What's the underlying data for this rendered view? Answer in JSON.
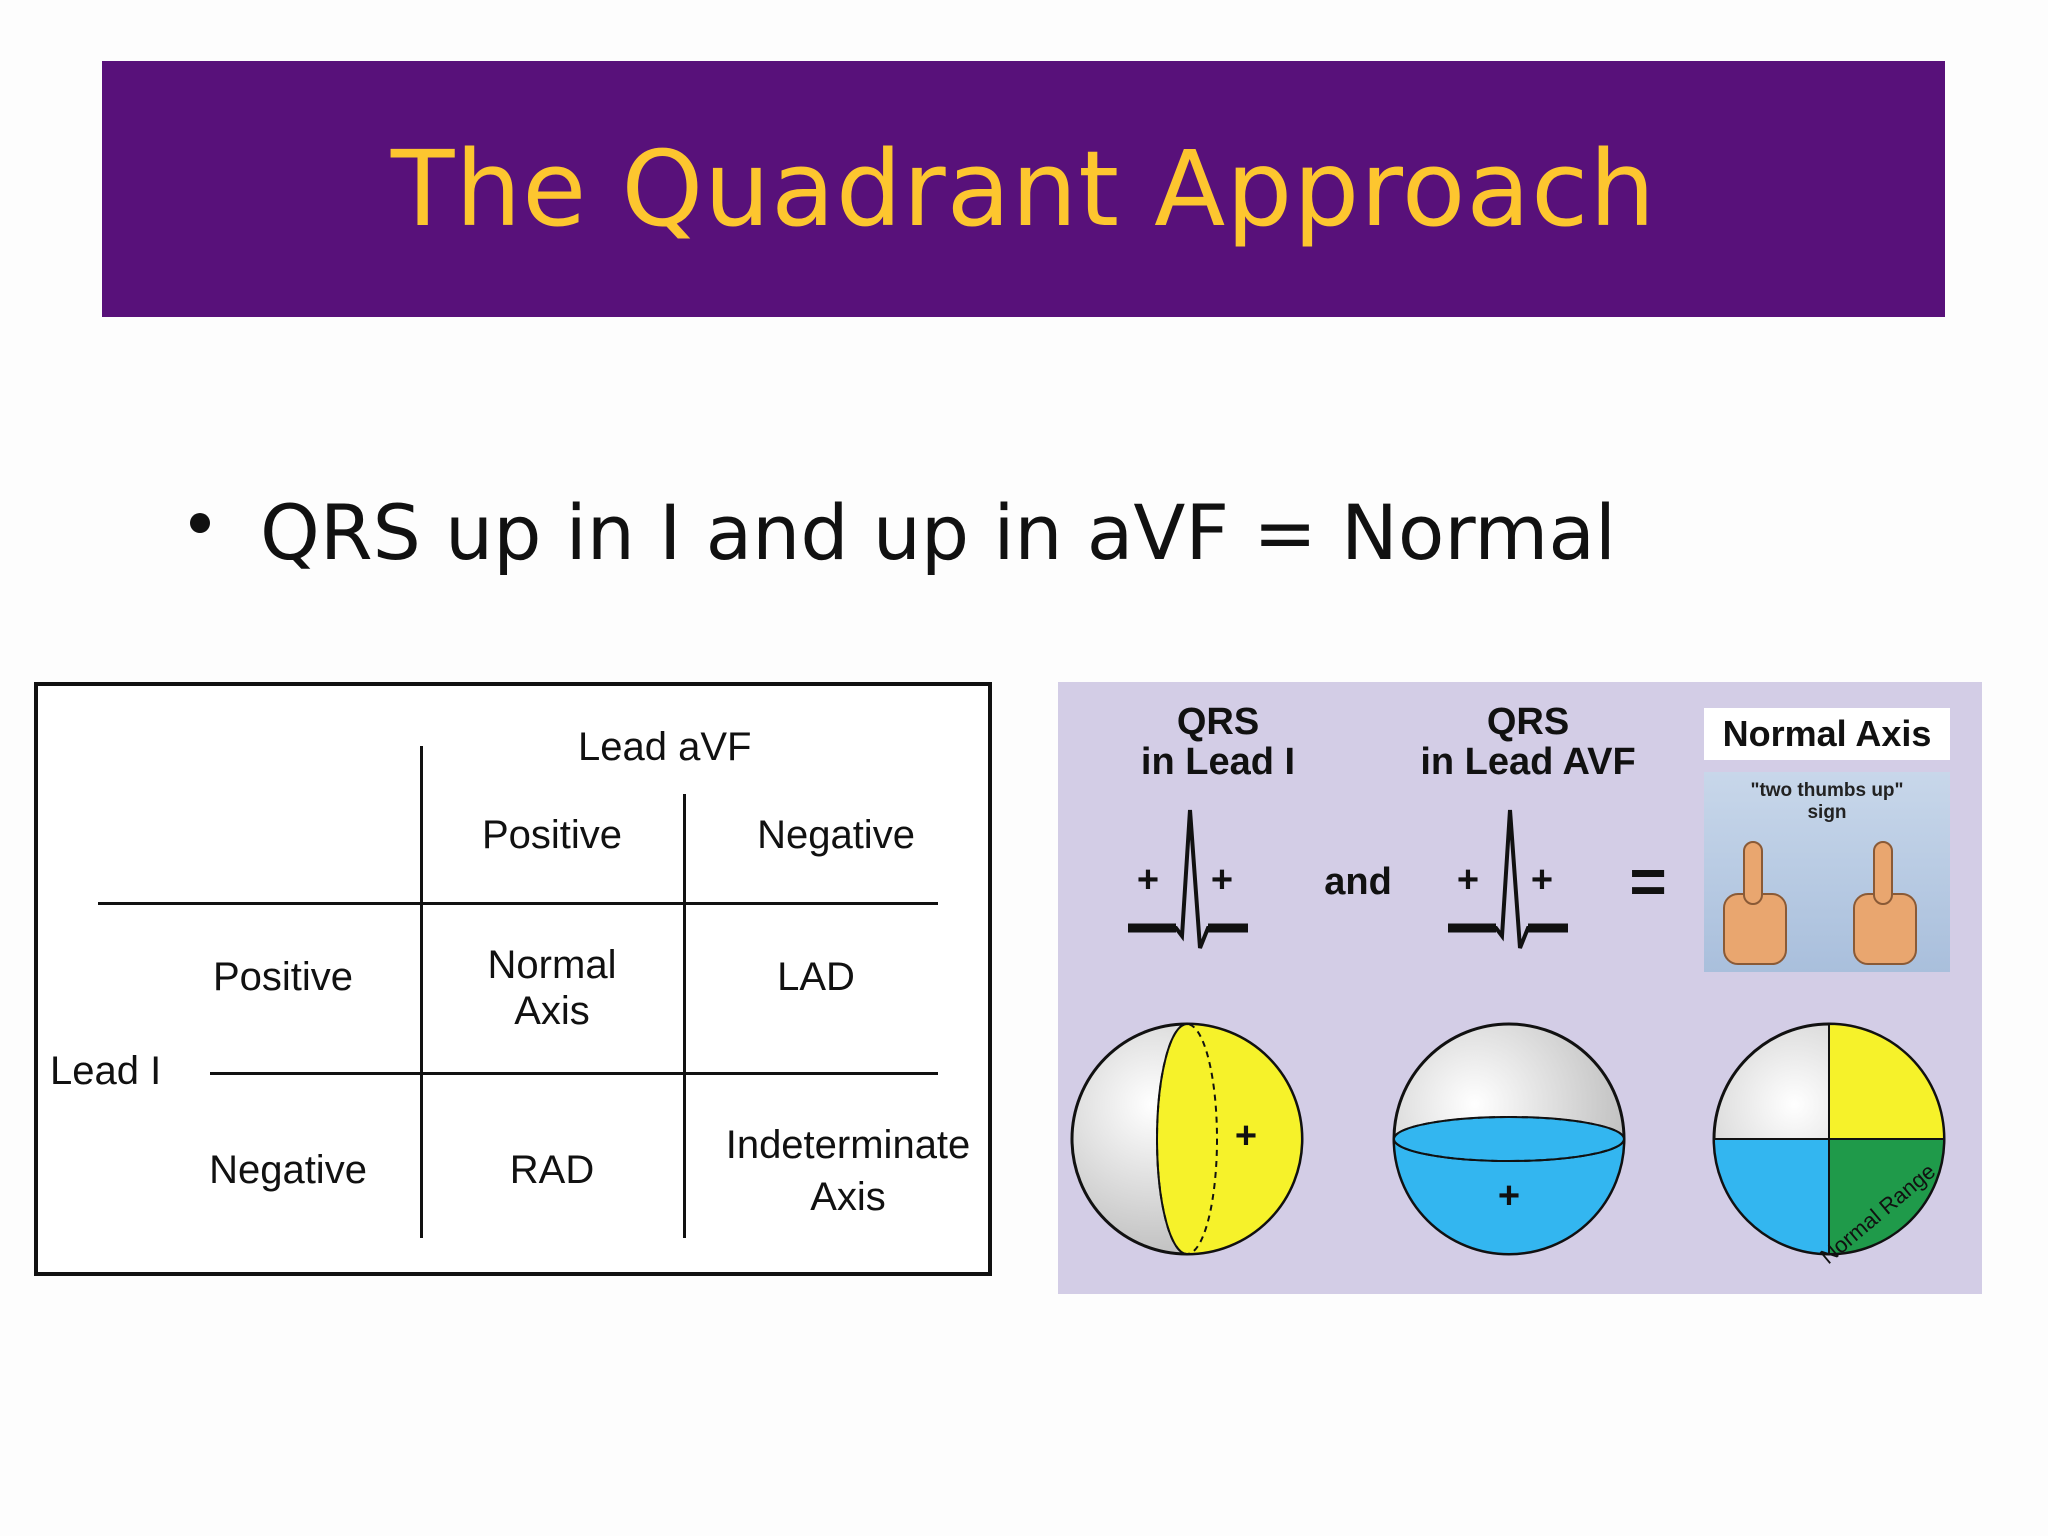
{
  "slide": {
    "title": "The Quadrant Approach",
    "bullet": "QRS up in I and up in aVF = Normal"
  },
  "table": {
    "col_group_label": "Lead aVF",
    "col_headers": [
      "Positive",
      "Negative"
    ],
    "row_group_label": "Lead I",
    "row_headers": [
      "Positive",
      "Negative"
    ],
    "cells": {
      "pos_pos_1": "Normal",
      "pos_pos_2": "Axis",
      "pos_neg": "LAD",
      "neg_pos": "RAD",
      "neg_neg_1": "Indeterminate",
      "neg_neg_2": "Axis"
    }
  },
  "panel": {
    "lead1_label_1": "QRS",
    "lead1_label_2": "in Lead I",
    "avf_label_1": "QRS",
    "avf_label_2": "in Lead AVF",
    "plus": "+",
    "and": "and",
    "equals": "=",
    "normal_axis": "Normal Axis",
    "thumbs_caption_1": "\"two thumbs up\"",
    "thumbs_caption_2": "sign",
    "normal_range": "Normal Range",
    "colors": {
      "yellow": "#f6f22a",
      "blue": "#33b6f0",
      "green": "#1f9a4a"
    }
  }
}
